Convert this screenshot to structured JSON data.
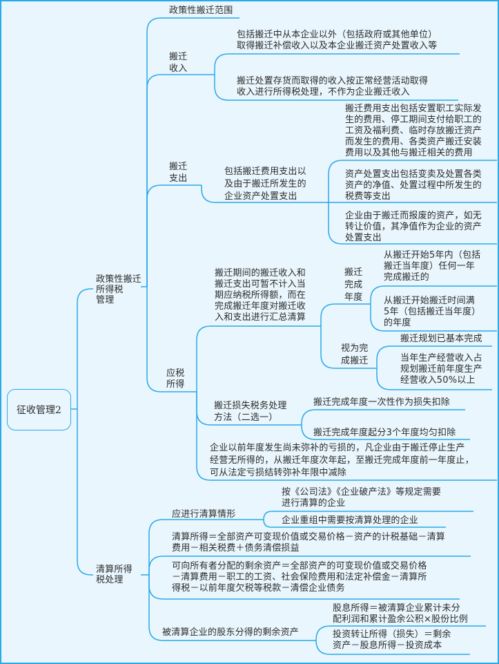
{
  "root": "征收管理2",
  "colors": {
    "line": "#29a9e8",
    "background": "#e9f6fd",
    "text": "#2b2b2b"
  },
  "relocation": {
    "title": "政策性搬迁\n所得税\n管理",
    "scope": "政策性搬迁范围",
    "income": {
      "title": "搬迁\n收入",
      "items": [
        "包括搬迁中从本企业以外（包括政府或其他单位）\n取得搬迁补偿收入以及本企业搬迁资产处置收入等",
        "搬迁处置存货而取得的收入按正常经营活动取得\n收入进行所得税处理，不作为企业搬迁收入"
      ]
    },
    "expense": {
      "title": "搬迁\n支出",
      "summary": "包括搬迁费用支出以\n及由于搬迁所发生的\n企业资产处置支出",
      "items": [
        "搬迁费用支出包括安置职工实际发\n生的费用、停工期间支付给职工的\n工资及福利费、临时存放搬迁资产\n而发生的费用、各类资产搬迁安装\n费用以及其他与搬迁相关的费用",
        "资产处置支出包括变卖及处置各类\n资产的净值、处置过程中所发生的\n税费等支出",
        "企业由于搬迁而报废的资产，如无\n转让价值，其净值作为企业的资产\n处置支出"
      ]
    },
    "taxable": {
      "title": "应税\n所得",
      "deferral": "搬迁期间的搬迁收入和\n搬迁支出可暂不计入当\n期应纳税所得额，而在\n完成搬迁年度对搬迁收\n入和支出进行汇总清算",
      "completion_year": {
        "title": "搬迁\n完成\n年度",
        "items": [
          "从搬迁开始5年内（包括\n搬迁当年度）任何一年\n完成搬迁的",
          "从搬迁开始搬迁时间满\n5年（包括搬迁当年度）\n的年度"
        ]
      },
      "deemed": {
        "title": "视为完\n成搬迁",
        "items": [
          "搬迁规划已基本完成",
          "当年生产经营收入占\n规划搬迁前年度生产\n经营收入50%以上"
        ]
      },
      "loss": {
        "title": "搬迁损失税务处理\n方法（二选一）",
        "items": [
          "搬迁完成年度一次性作为损失扣除",
          "搬迁完成年度起分3个年度均匀扣除"
        ]
      },
      "prior_loss": "企业以前年度发生尚未弥补的亏损的，凡企业由于搬迁停止生产\n经营无所得的，从搬迁年度次年起，至搬迁完成年度前一年度止，\n可从法定亏损结转弥补年限中减除"
    }
  },
  "liquidation": {
    "title": "清算所得\n税处理",
    "cases": {
      "title": "应进行清算情形",
      "items": [
        "按《公司法》《企业破产法》等规定需要\n进行清算的企业",
        "企业重组中需要按清算处理的企业"
      ]
    },
    "income_formula": "清算所得＝全部资产可变现价值或交易价格－资产的计税基础－清算\n费用－相关税费＋债务清偿损益",
    "distributable_formula": "可向所有者分配的剩余资产＝全部资产的可变现价值或交易价格\n－清算费用－职工的工资、社会保险费用和法定补偿金－清算所\n得税－以前年度欠税等税款－清偿企业债务",
    "shareholders": {
      "title": "被清算企业的股东分得的剩余资产",
      "items": [
        "股息所得＝被清算企业累计未分\n配利润和累计盈余公积×股份比例",
        "投资转让所得（损失）＝剩余\n资产－股息所得－投资成本"
      ]
    }
  }
}
